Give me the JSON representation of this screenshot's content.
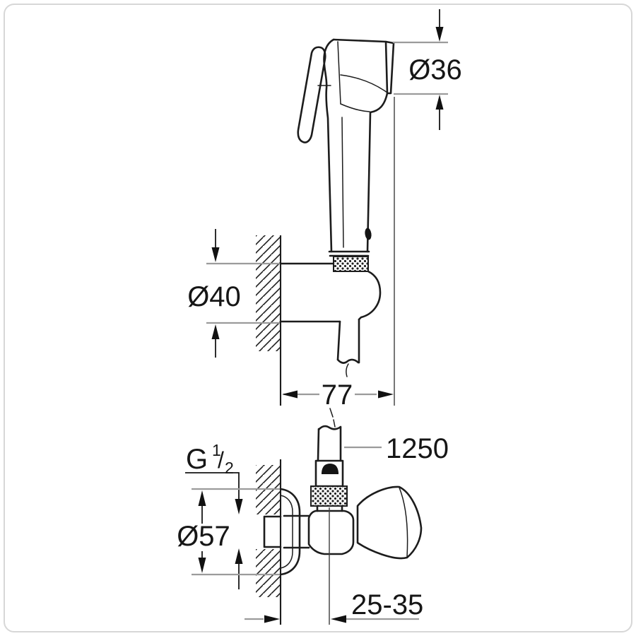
{
  "figure": {
    "kind": "technical line drawing",
    "subject": "wall-mounted trigger hand shower with wall holder, shower hose and angle valve",
    "background_color": "#ffffff",
    "outline_color": "#1c1c1c",
    "dimension_line_color": "#9b9b9b",
    "frame_border_color": "#d7d7d7"
  },
  "dimensions": {
    "head_diameter": "Ø36",
    "holder_diameter": "Ø40",
    "holder_projection": "77",
    "hose_length": "1250",
    "thread_letter": "G",
    "thread_numerator": "1",
    "thread_slash": "/",
    "thread_denominator": "2",
    "escutcheon_diameter": "Ø57",
    "wall_distance_range": "25-35"
  }
}
